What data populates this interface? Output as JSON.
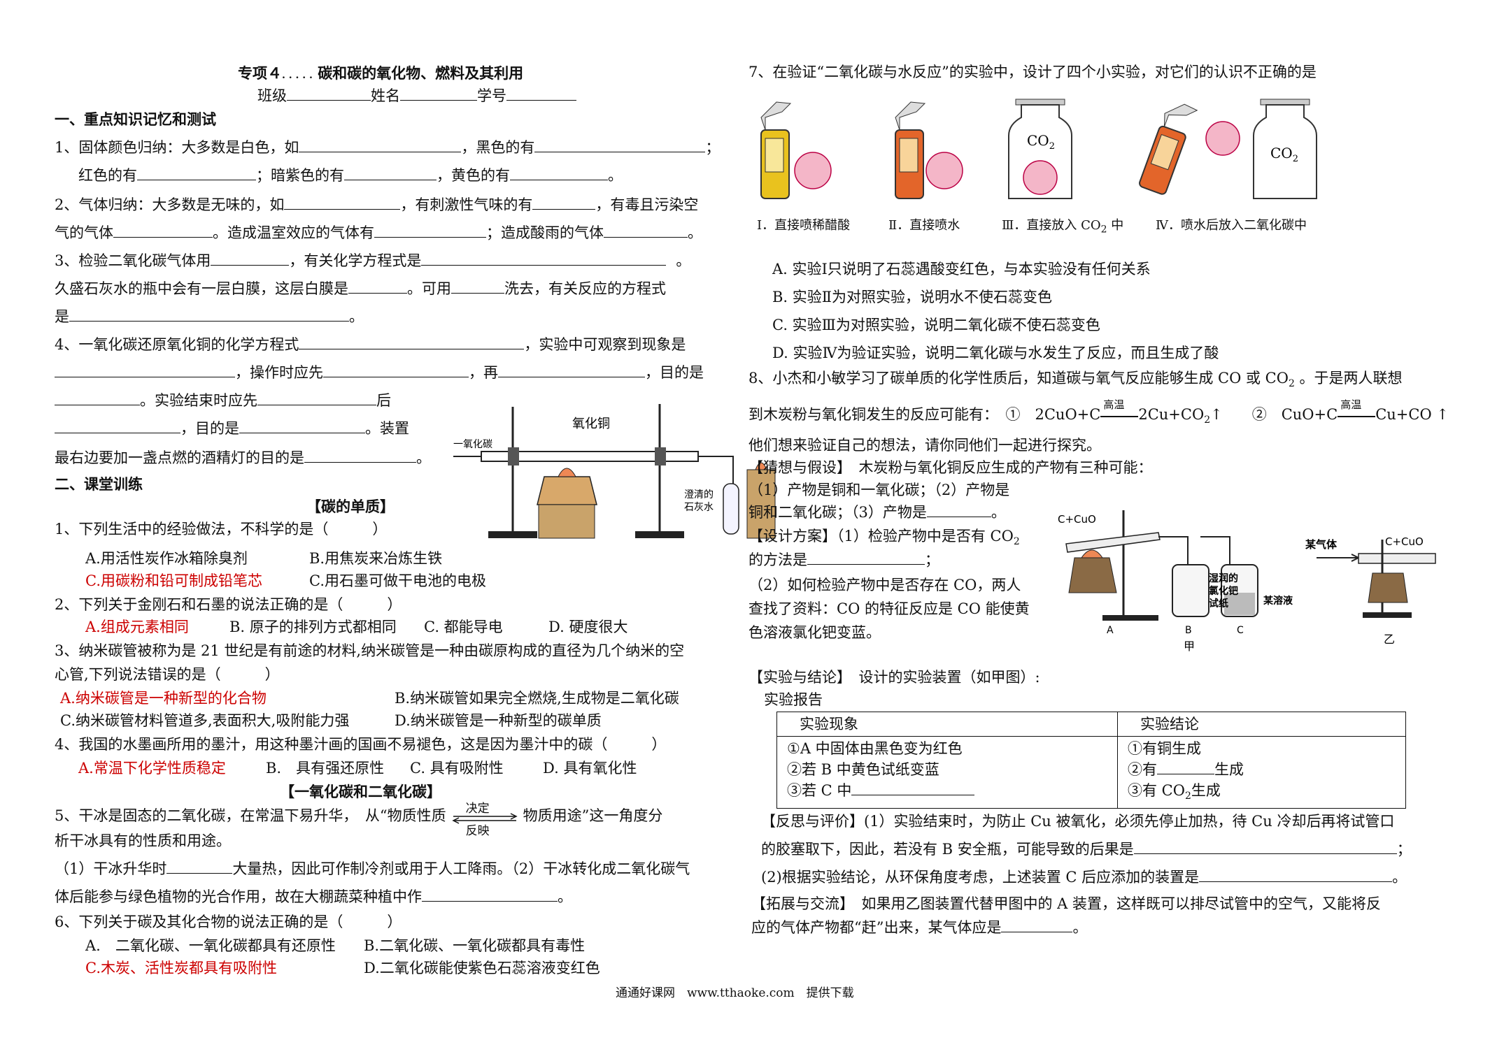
{
  "header": {
    "title_prefix": "专项４",
    "title_dots": ". . . . .",
    "title_main": "碳和碳的氧化物、燃料及其利用",
    "class_label": "班级",
    "name_label": "姓名",
    "id_label": "学号"
  },
  "section1": {
    "heading": "一、重点知识记忆和测试",
    "q1_a": "1、固体颜色归纳：大多数是白色，如",
    "q1_b": "，黑色的有",
    "q1_c": "；",
    "q1_d": "红色的有",
    "q1_e": "；暗紫色的有",
    "q1_f": "，黄色的有",
    "q1_g": "。",
    "q2_a": "2、气体归纳：大多数是无味的，如",
    "q2_b": "，有刺激性气味的有",
    "q2_c": "，有毒且污染空",
    "q2_d": "气的气体",
    "q2_e": "。造成温室效应的气体有",
    "q2_f": "；造成酸雨的气体",
    "q2_g": "。",
    "q3_a": "3、检验二氧化碳气体用",
    "q3_b": "，有关化学方程式是",
    "q3_c": "。",
    "q3_d": "久盛石灰水的瓶中会有一层白膜，这层白膜是",
    "q3_e": "。可用",
    "q3_f": "洗去，有关反应的方程式",
    "q3_g": "是",
    "q3_h": "。",
    "q4_a": "4、一氧化碳还原氧化铜的化学方程式",
    "q4_b": "，实验中可观察到现象是",
    "q4_c": "，操作时应先",
    "q4_d": "，再",
    "q4_e": "，目的是",
    "q4_f": "。实验结束时应先",
    "q4_g": "后",
    "q4_h": "，目的是",
    "q4_i": "。装置",
    "q4_j": "最右边要加一盏点燃的酒精灯的目的是",
    "q4_k": "。",
    "fig_co_label": "一氧化碳",
    "fig_cuo_label": "氧化铜",
    "fig_lime_label_1": "澄清的",
    "fig_lime_label_2": "石灰水"
  },
  "section2": {
    "heading": "二、课堂训练",
    "sub1": "【碳的单质】",
    "q1": "1、下列生活中的经验做法，不科学的是（　　　）",
    "q1_A": "A.用活性炭作冰箱除臭剂",
    "q1_B": "B.用焦炭来冶炼生铁",
    "q1_C": "C.用碳粉和铅可制成铅笔芯",
    "q1_D": "C.用石墨可做干电池的电极",
    "q2": "2、下列关于金刚石和石墨的说法正确的是（　　　）",
    "q2_A": "A.组成元素相同",
    "q2_B": "B. 原子的排列方式都相同",
    "q2_C": "C. 都能导电",
    "q2_D": "D. 硬度很大",
    "q3_a": "3、纳米碳管被称为是 21 世纪是有前途的材料,纳米碳管是一种由碳原构成的直径为几个纳米的空",
    "q3_b": "心管,下列说法错误的是（　　　）",
    "q3_A": "A.纳米碳管是一种新型的化合物",
    "q3_B": "B.纳米碳管如果完全燃烧,生成物是二氧化碳",
    "q3_C": "C.纳米碳管材料管道多,表面积大,吸附能力强",
    "q3_D": "D.纳米碳管是一种新型的碳单质",
    "q4": "4、我国的水墨画所用的墨汁，用这种墨汁画的国画不易褪色，这是因为墨汁中的碳（　　　）",
    "q4_A": "A.常温下化学性质稳定",
    "q4_B": "B.　具有强还原性",
    "q4_C": "C. 具有吸附性",
    "q4_D": "D. 具有氧化性",
    "sub2": "【一氧化碳和二氧化碳】",
    "q5_a": "5、干冰是固态的二氧化碳，在常温下易升华，　从“",
    "q5_prop": "物质性质",
    "q5_decide": "决定",
    "q5_reflect": "反映",
    "q5_use": "物质用途",
    "q5_b": "”这一角度分",
    "q5_c": "析干冰具有的性质和用途。",
    "q5_d": "（1）干冰升华时",
    "q5_e": "大量热，因此可作制冷剂或用于人工降雨。（2）干冰转化成二氧化碳气",
    "q5_f": "体后能参与绿色植物的光合作用，故在大棚蔬菜种植中作",
    "q5_g": "。",
    "q6": "6、下列关于碳及其化合物的说法正确的是（　　　）",
    "q6_A": "A.　二氧化碳、一氧化碳都具有还原性",
    "q6_B": "B.二氧化碳、一氧化碳都具有毒性",
    "q6_C": "C.木炭、活性炭都具有吸附性",
    "q6_D": "D.二氧化碳能使紫色石蕊溶液变红色"
  },
  "right": {
    "q7": "7、在验证“二氧化碳与水反应”的实验中，设计了四个小实验，对它们的认识不正确的是",
    "co2_label": "CO",
    "co2_sub": "2",
    "cap1": "Ⅰ．直接喷稀醋酸",
    "cap2": "Ⅱ．直接喷水",
    "cap3": "Ⅲ．直接放入 CO",
    "cap3_sub": "2",
    "cap3_tail": " 中",
    "cap4": "Ⅳ．喷水后放入二氧化碳中",
    "q7_A": "A. 实验Ⅰ只说明了石蕊遇酸变红色，与本实验没有任何关系",
    "q7_B": "B. 实验Ⅱ为对照实验，说明水不使石蕊变色",
    "q7_C": "C. 实验Ⅲ为对照实验，说明二氧化碳不使石蕊变色",
    "q7_D": "D. 实验Ⅳ为验证实验，说明二氧化碳与水发生了反应，而且生成了酸",
    "q8_a": "8、小杰和小敏学习了碳单质的化学性质后，知道碳与氧气反应能够生成 CO 或 CO",
    "q8_a_sub": "2",
    "q8_a_tail": " 。于是两人联想",
    "q8_b": "到木炭粉与氧化铜发生的反应可能有：　①　2CuO+C",
    "q8_high": "高温",
    "q8_b2": "2Cu+CO",
    "q8_b2_sub": "2",
    "q8_b3": "↑　　②　CuO+C",
    "q8_b4": "Cu+CO ↑",
    "q8_c": "他们想来验证自己的想法，请你同他们一起进行探究。",
    "q8_d": "【猜想与假设】　木炭粉与氧化铜反应生成的产物有三种可能：",
    "q8_e": "（1）产物是铜和一氧化碳；（2）产物是",
    "q8_f": "铜和二氧化碳；（3）产物是",
    "q8_f2": "。",
    "q8_g": "【设计方案】（1）检验产物中是否有 CO",
    "q8_g_sub": "2",
    "q8_h": "的方法是",
    "q8_h2": "；",
    "q8_i": "（2）如何检验产物中是否存在 CO，两人",
    "q8_j": "查找了资料：CO 的特征反应是 CO 能使黄",
    "q8_k": "色溶液氯化钯变蓝。",
    "fig_cucuo": "C+CuO",
    "fig_wet_1": "湿润的",
    "fig_wet_2": "氯化钯",
    "fig_wet_3": "试纸",
    "fig_some_sol": "某溶液",
    "fig_A": "A",
    "fig_B": "B",
    "fig_C": "C",
    "fig_jia": "甲",
    "fig_some_gas": "某气体",
    "fig_yi": "乙",
    "q8_l": "【实验与结论】　设计的实验装置（如甲图）:",
    "q8_m": "实验报告",
    "table_head": [
      "实验现象",
      "实验结论"
    ],
    "row1_l": "①A 中固体由黑色变为红色",
    "row1_r": "①有铜生成",
    "row2_l": "②若 B 中黄色试纸变蓝",
    "row2_r_a": "②有",
    "row2_r_b": "生成",
    "row3_l": "③若 C 中",
    "row3_r": "③有 CO",
    "row3_r_sub": "2",
    "row3_r_tail": "生成",
    "q8_n": "【反思与评价】(1）实验结束时，为防止 Cu 被氧化，必须先停止加热，待 Cu 冷却后再将试管口",
    "q8_o": "的胶塞取下，因此，若没有 B 安全瓶，可能导致的后果是",
    "q8_o2": "；",
    "q8_p": "(2)根据实验结论，从环保角度考虑，上述装置 C 后应添加的装置是",
    "q8_p2": "。",
    "q8_q": "【拓展与交流】　如果用乙图装置代替甲图中的 A 装置，这样既可以排尽试管中的空气，又能将反",
    "q8_r": "应的气体产物都“赶”出来，某气体应是",
    "q8_r2": "。"
  },
  "footer": {
    "text": "通通好课网　www.tthaoke.com　提供下载"
  },
  "colors": {
    "answer_red": "#cc0000",
    "text": "#111111"
  }
}
